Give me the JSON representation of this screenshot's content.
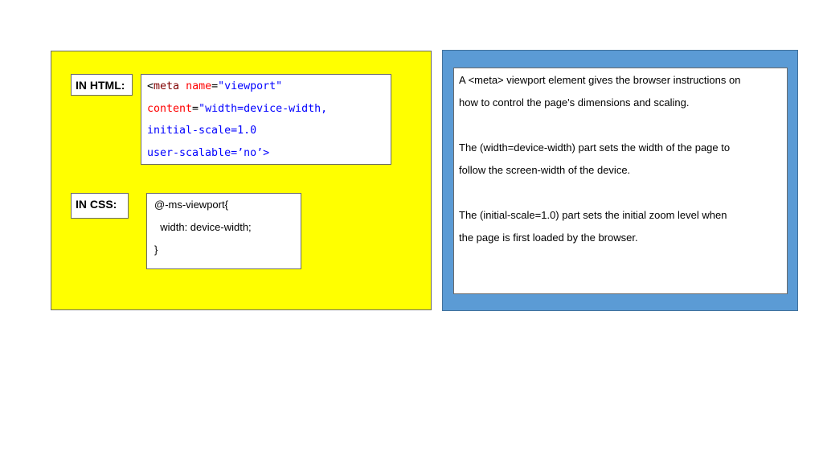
{
  "colors": {
    "yellow_panel": "#ffff00",
    "blue_panel": "#5b9bd5",
    "html_tag": "#800000",
    "html_attr": "#ff0000",
    "html_value": "#0000ff"
  },
  "html_section": {
    "label": "IN HTML:",
    "code": {
      "open": "<",
      "tag": "meta",
      "attr_name": "name",
      "eq1": "=",
      "name_value": "\"viewport\"",
      "attr_content": "content",
      "eq2": "=",
      "content_line1": "\"width=device-width,",
      "content_line2": "initial-scale=1.0",
      "content_line3": "user-scalable=’no’>"
    }
  },
  "css_section": {
    "label": "IN CSS:",
    "lines": [
      "@-ms-viewport{",
      "  width: device-width;",
      "}"
    ]
  },
  "description": {
    "paragraphs": [
      {
        "line1": "A <meta> viewport element gives the browser instructions on",
        "line2": "how to control the page's dimensions and scaling."
      },
      {
        "line1": "The (width=device-width) part sets the width of the page to",
        "line2": "follow the screen-width of the device."
      },
      {
        "line1": "The (initial-scale=1.0) part sets the initial zoom level when",
        "line2": "the page is first loaded by the browser."
      }
    ]
  }
}
